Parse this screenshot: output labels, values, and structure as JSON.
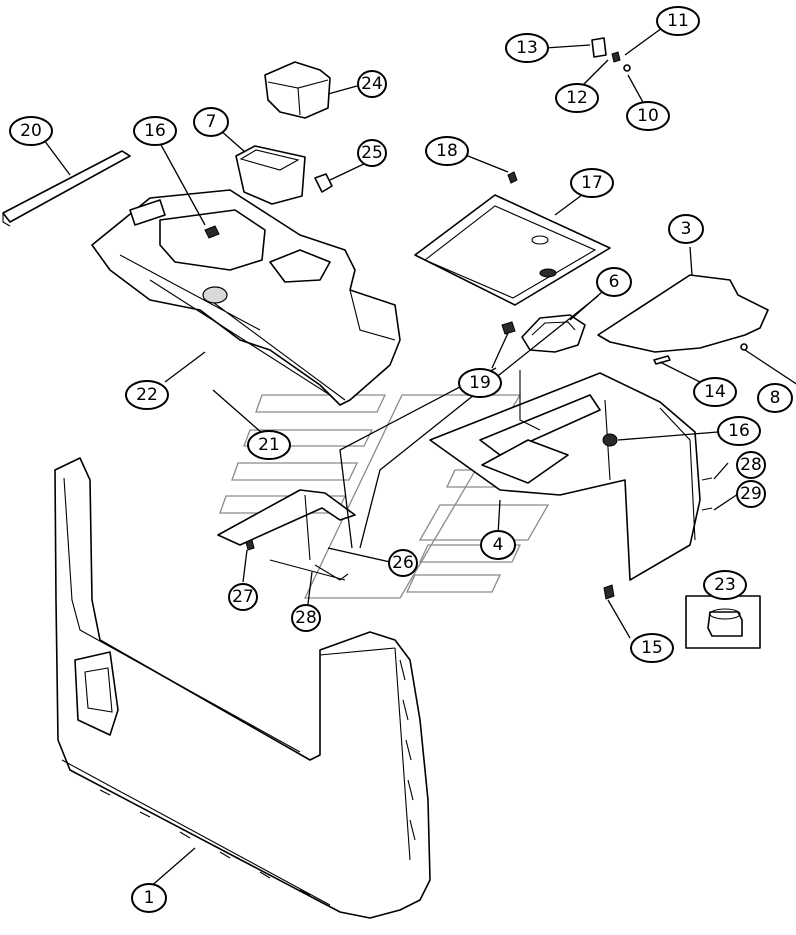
{
  "diagram": {
    "callouts": [
      {
        "id": "c1",
        "label": "1"
      },
      {
        "id": "c3",
        "label": "3"
      },
      {
        "id": "c4",
        "label": "4"
      },
      {
        "id": "c6",
        "label": "6"
      },
      {
        "id": "c7",
        "label": "7"
      },
      {
        "id": "c8",
        "label": "8"
      },
      {
        "id": "c10",
        "label": "10"
      },
      {
        "id": "c11",
        "label": "11"
      },
      {
        "id": "c12",
        "label": "12"
      },
      {
        "id": "c13",
        "label": "13"
      },
      {
        "id": "c14",
        "label": "14"
      },
      {
        "id": "c15",
        "label": "15"
      },
      {
        "id": "c16a",
        "label": "16"
      },
      {
        "id": "c16b",
        "label": "16"
      },
      {
        "id": "c17",
        "label": "17"
      },
      {
        "id": "c18",
        "label": "18"
      },
      {
        "id": "c19",
        "label": "19"
      },
      {
        "id": "c20",
        "label": "20"
      },
      {
        "id": "c21",
        "label": "21"
      },
      {
        "id": "c22",
        "label": "22"
      },
      {
        "id": "c23",
        "label": "23"
      },
      {
        "id": "c24",
        "label": "24"
      },
      {
        "id": "c25",
        "label": "25"
      },
      {
        "id": "c26",
        "label": "26"
      },
      {
        "id": "c27",
        "label": "27"
      },
      {
        "id": "c28a",
        "label": "28"
      },
      {
        "id": "c28b",
        "label": "28"
      },
      {
        "id": "c29",
        "label": "29"
      }
    ]
  }
}
